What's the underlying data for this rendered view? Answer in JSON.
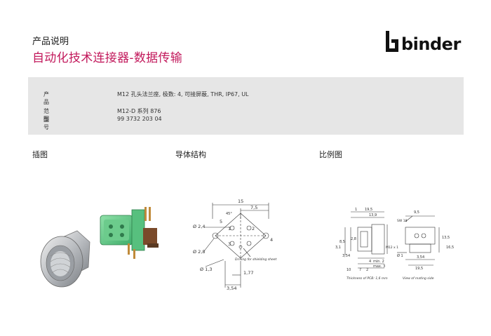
{
  "header": {
    "label": "产品说明",
    "title": "自动化技术连接器-数据传输"
  },
  "logo": {
    "text": "binder",
    "brand_color": "#111111"
  },
  "accent_color": "#c2185b",
  "info": {
    "rows": [
      {
        "label": "产品",
        "value": "M12 孔头法兰座, 极数: 4, 可接屏蔽, THR, IP67, UL"
      },
      {
        "label": "范围",
        "value": "M12-D 系列 876"
      },
      {
        "label": "型号",
        "value": "99 3732 203 04"
      }
    ]
  },
  "sections": {
    "illustration": "插图",
    "conductor": "导体结构",
    "scale": "比例图"
  },
  "conductor_drawing": {
    "dim_15": "15",
    "dim_7_5": "7,5",
    "angle": "45°",
    "dim_5": "5",
    "pins": [
      "1",
      "2",
      "3",
      "4"
    ],
    "dia_2_4": "Ø 2,4",
    "dia_2_8": "Ø 2,8",
    "dia_1_3": "Ø 1,3",
    "dim_1_77": "1,77",
    "dim_3_54": "3,54",
    "note": "Drilling for shielding sheet"
  },
  "scale_drawing": {
    "d1": "1",
    "d19_5": "19,5",
    "d13_9": "13,9",
    "d3_1": "3,1",
    "d8_5": "8,5",
    "d2_8": "2,8",
    "m12": "M12 x 1",
    "d3_54": "3,54",
    "d10": "10",
    "d7": "7",
    "d2": "2",
    "min2": "min. 2",
    "max3": "max. 3",
    "d4": "4",
    "pcb_note": "Thickness of PCB: 1,6 mm",
    "r9_5": "9,5",
    "r13_5": "13,5",
    "r16_5": "16,5",
    "r3_54": "3,54",
    "r19_5": "19,5",
    "r1": "Ø 1",
    "sw": "SW 18",
    "view_note": "View of mating side"
  }
}
